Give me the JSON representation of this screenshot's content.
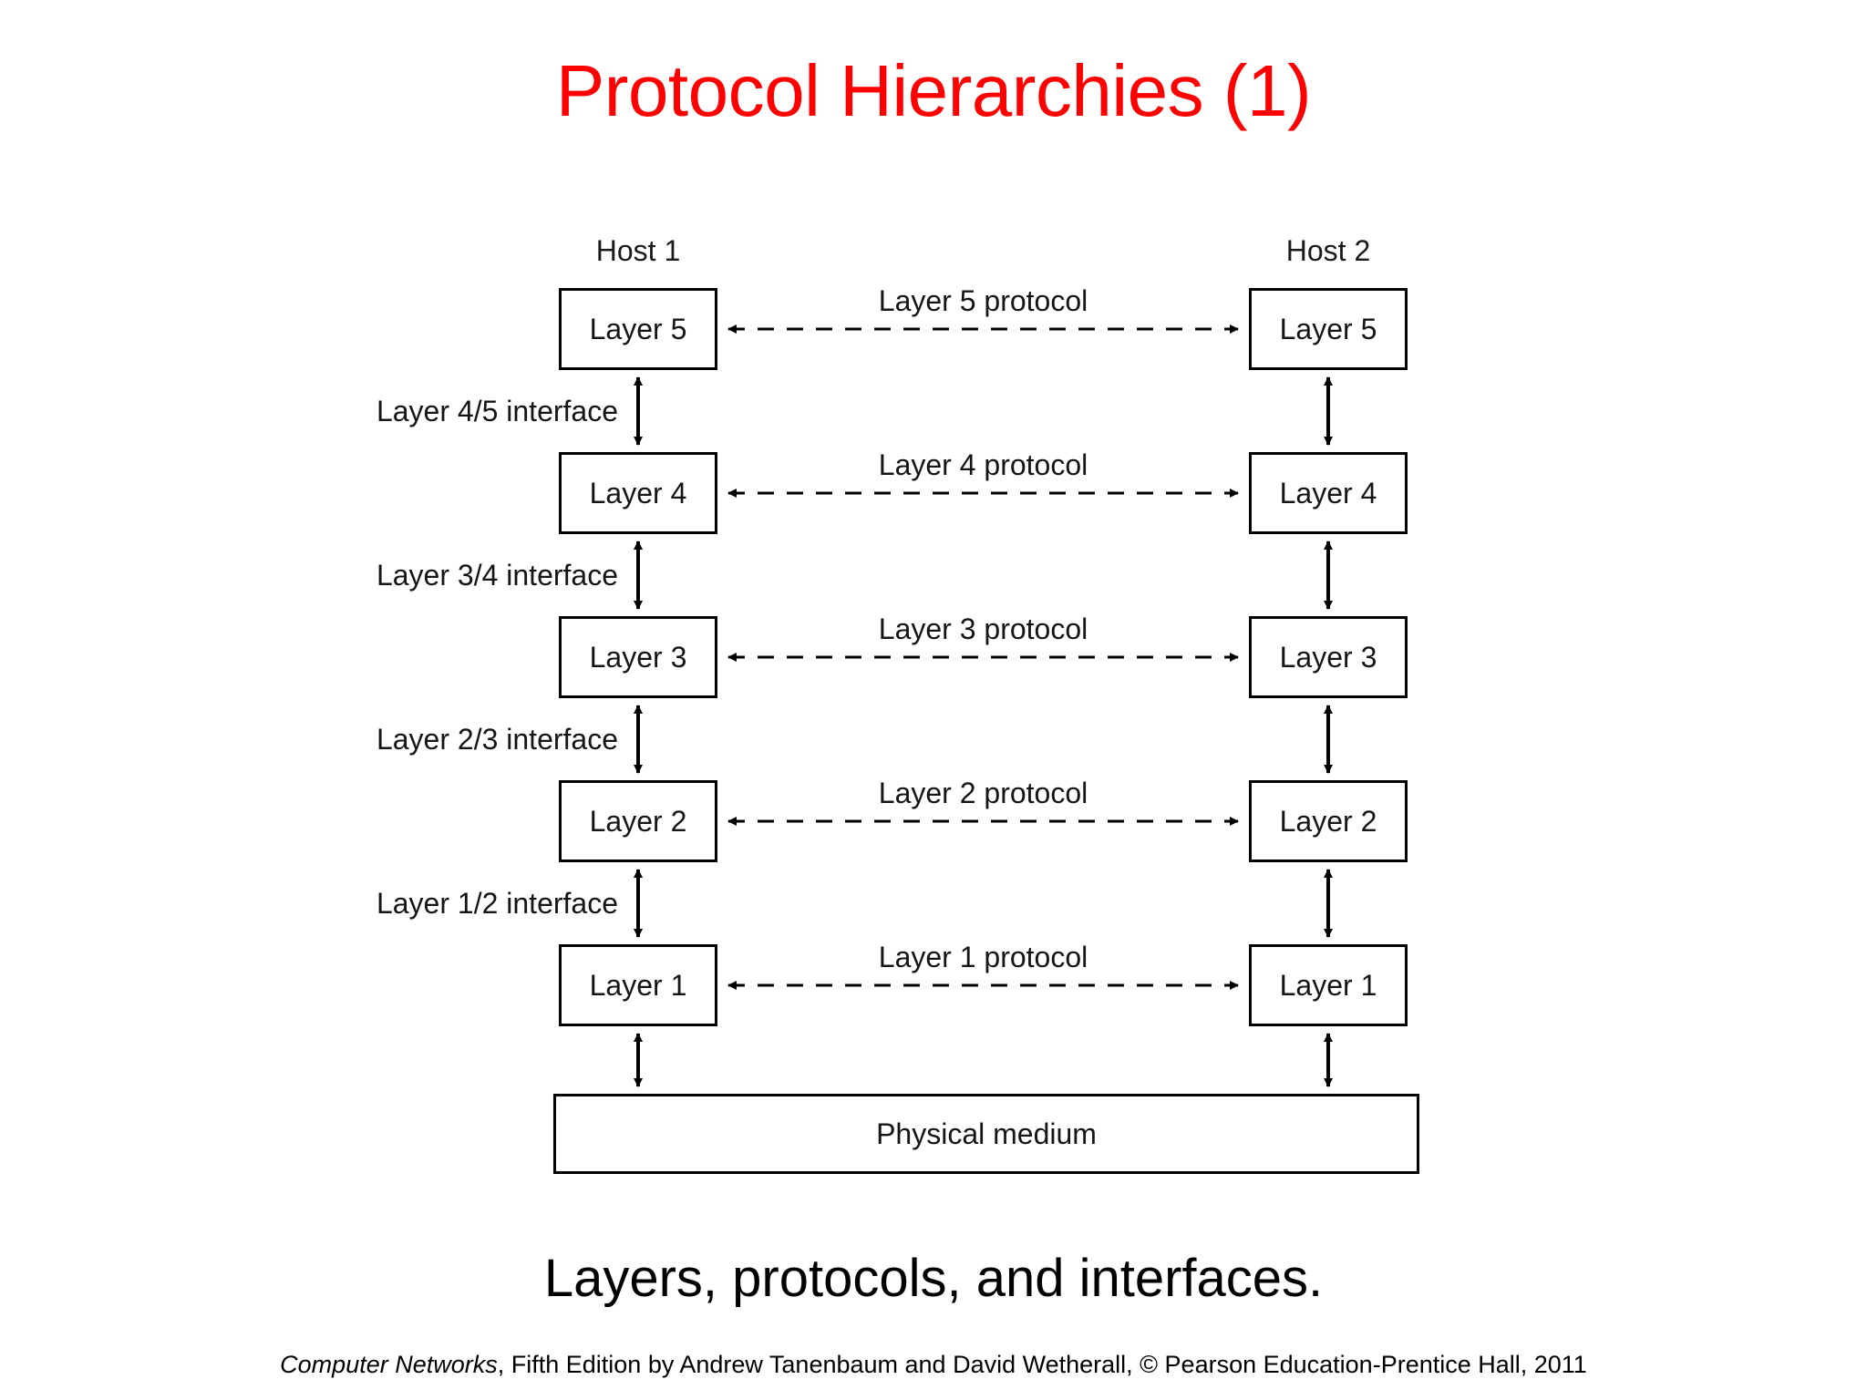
{
  "slide": {
    "title": "Protocol Hierarchies (1)",
    "title_color": "#ff0000",
    "caption": "Layers, protocols, and interfaces.",
    "background_color": "#ffffff"
  },
  "footer": {
    "book_title": "Computer Networks",
    "rest": ", Fifth Edition by Andrew Tanenbaum and David Wetherall, © Pearson Education-Prentice Hall, 2011"
  },
  "diagram": {
    "type": "layered-protocol-stack",
    "hosts": [
      {
        "id": "host1",
        "label": "Host 1"
      },
      {
        "id": "host2",
        "label": "Host 2"
      }
    ],
    "layers": [
      {
        "number": 5,
        "host1_label": "Layer 5",
        "host2_label": "Layer 5",
        "protocol_label": "Layer 5 protocol"
      },
      {
        "number": 4,
        "host1_label": "Layer 4",
        "host2_label": "Layer 4",
        "protocol_label": "Layer 4 protocol"
      },
      {
        "number": 3,
        "host1_label": "Layer 3",
        "host2_label": "Layer 3",
        "protocol_label": "Layer 3 protocol"
      },
      {
        "number": 2,
        "host1_label": "Layer 2",
        "host2_label": "Layer 2",
        "protocol_label": "Layer 2 protocol"
      },
      {
        "number": 1,
        "host1_label": "Layer 1",
        "host2_label": "Layer 1",
        "protocol_label": "Layer 1 protocol"
      }
    ],
    "interfaces": [
      {
        "label": "Layer 4/5 interface"
      },
      {
        "label": "Layer 3/4 interface"
      },
      {
        "label": "Layer 2/3 interface"
      },
      {
        "label": "Layer 1/2 interface"
      }
    ],
    "physical_medium": {
      "label": "Physical medium"
    },
    "line_color": "#000000"
  }
}
